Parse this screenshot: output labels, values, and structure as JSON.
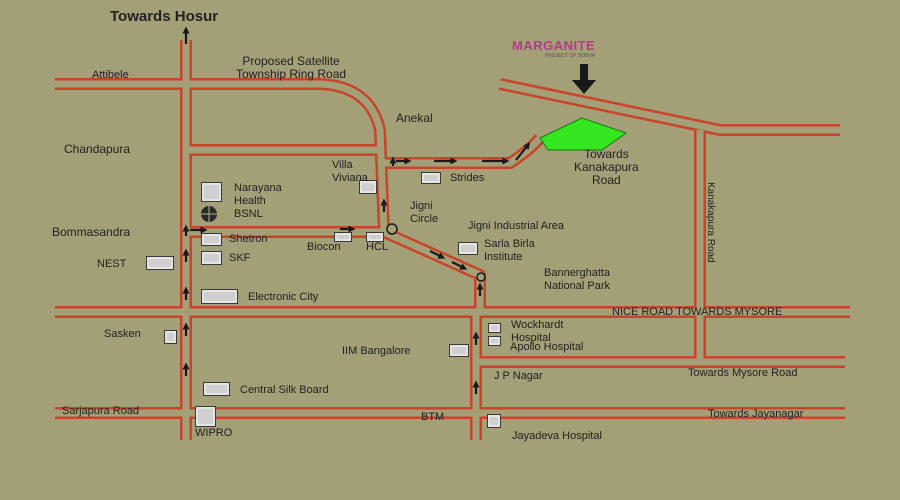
{
  "labels": {
    "towards_hosur": "Towards Hosur",
    "proposed_ring_1": "Proposed Satellite",
    "proposed_ring_2": "Township Ring Road",
    "attibele": "Attibele",
    "anekal": "Anekal",
    "chandapura": "Chandapura",
    "towards_kanakapura_1": "Towards",
    "towards_kanakapura_2": "Kanakapura",
    "towards_kanakapura_3": "Road",
    "villa_viviana_1": "Villa",
    "villa_viviana_2": "Viviana",
    "strides": "Strides",
    "narayana_health_1": "Narayana",
    "narayana_health_2": "Health",
    "bsnl": "BSNL",
    "jigni_circle_1": "Jigni",
    "jigni_circle_2": "Circle",
    "jigni_industrial_area": "Jigni Industrial Area",
    "bommasandra": "Bommasandra",
    "shetron": "Shetron",
    "biocon": "Biocon",
    "hcl": "HCL",
    "sarla_birla_1": "Sarla Birla",
    "sarla_birla_2": "Institute",
    "nest": "NEST",
    "skf": "SKF",
    "bannerghatta_1": "Bannerghatta",
    "bannerghatta_2": "National Park",
    "electronic_city": "Electronic City",
    "nice_road": "NICE ROAD TOWARDS MYSORE",
    "wockhardt_1": "Wockhardt",
    "wockhardt_2": "Hospital",
    "apollo": "Apollo Hospital",
    "sasken": "Sasken",
    "iim_bangalore": "IIM Bangalore",
    "jp_nagar": "J P Nagar",
    "towards_mysore_road": "Towards Mysore Road",
    "central_silk_board": "Central Silk Board",
    "sarjapura_road": "Sarjapura Road",
    "btm": "BTM",
    "towards_jayanagar": "Towards Jayanagar",
    "wipro": "WIPRO",
    "jayadeva_hospital": "Jayadeva Hospital",
    "kanakapura_road": "Kanakapura Road"
  },
  "logo": {
    "name": "MARGANITE",
    "tagline": "PROJECT OF SOBHA"
  },
  "colors": {
    "background": "#a39f77",
    "road_fill": "#a39f77",
    "road_edge": "#c9442a",
    "project_site": "#33e620",
    "arrow": "#1a1a1a",
    "logo": "#b83a8c"
  }
}
